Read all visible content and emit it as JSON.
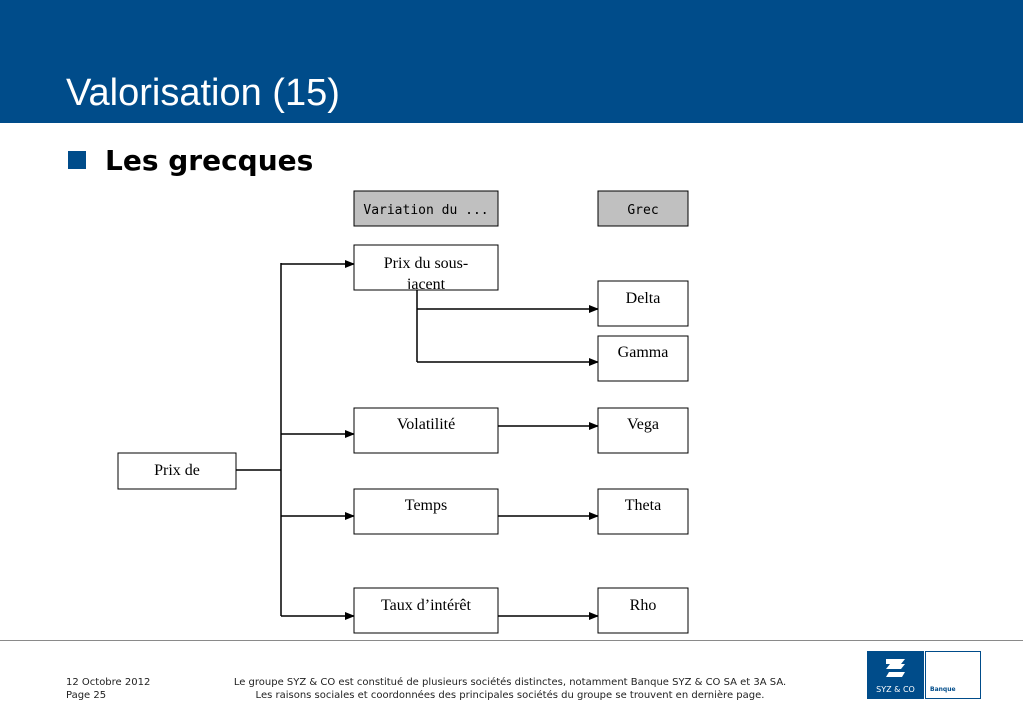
{
  "slide": {
    "title": "Valorisation (15)",
    "bullet": "Les grecques"
  },
  "diagram": {
    "column_headers": {
      "variation": "Variation du ...",
      "greek": "Grec"
    },
    "source": "Prix de",
    "variables": [
      "Prix du sous-",
      "jacent",
      "Volatilité",
      "Temps",
      "Taux d’intérêt"
    ],
    "greeks": [
      "Delta",
      "Gamma",
      "Vega",
      "Theta",
      "Rho"
    ],
    "colors": {
      "header_fill": "#c0c0c0",
      "border": "#000000"
    }
  },
  "footer": {
    "date": "12 Octobre 2012",
    "page": "Page 25",
    "line1": "Le groupe SYZ & CO est constitué de plusieurs sociétés distinctes, notamment Banque SYZ & CO SA et 3A SA.",
    "line2": "Les raisons sociales et coordonnées des principales sociétés du groupe se trouvent en dernière page."
  },
  "logo": {
    "name": "SYZ & CO",
    "sub": "Banque",
    "brand_color": "#004c8a"
  }
}
